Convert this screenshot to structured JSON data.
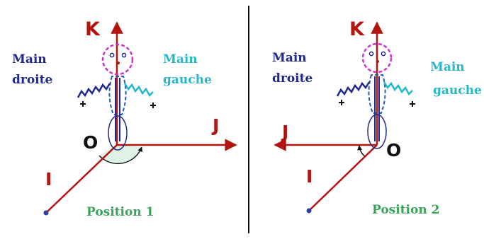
{
  "colors": {
    "axis": "#b2140f",
    "origin": "#111111",
    "right_hand": "#1f2a8c",
    "left_hand": "#26b8c8",
    "head": "#cc33cc",
    "body": "#1f2a8c",
    "position": "#3aa35a",
    "arc_fill": "#dff2e6",
    "divider": "#111111",
    "endpoint": "#3040a0"
  },
  "panel1": {
    "axis_k": "K",
    "axis_j": "J",
    "axis_i": "I",
    "origin": "O",
    "right_hand_line1": "Main",
    "right_hand_line2": "droite",
    "left_hand_line1": "Main",
    "left_hand_line2": "gauche",
    "position": "Position 1"
  },
  "panel2": {
    "axis_k": "K",
    "axis_j": "J",
    "axis_i": "I",
    "origin": "O",
    "right_hand_line1": "Main",
    "right_hand_line2": "droite",
    "left_hand_line1": "Main",
    "left_hand_line2": "gauche",
    "position": "Position 2"
  }
}
